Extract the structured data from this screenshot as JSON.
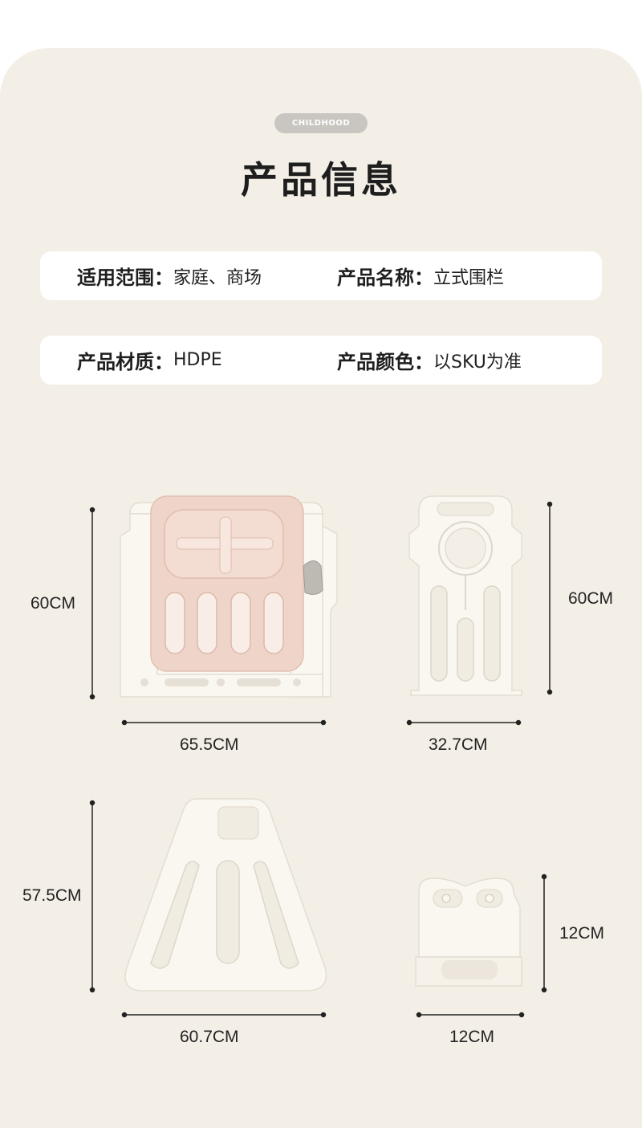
{
  "badge": "CHILDHOOD",
  "title": "产品信息",
  "info": {
    "row1": {
      "left_label": "适用范围：",
      "left_value": "家庭、商场",
      "right_label": "产品名称：",
      "right_value": "立式围栏"
    },
    "row2": {
      "left_label": "产品材质：",
      "left_value": "HDPE",
      "right_label": "产品颜色：",
      "right_value": "以SKU为准"
    }
  },
  "products": [
    {
      "name": "door-panel",
      "height": "60CM",
      "width": "65.5CM"
    },
    {
      "name": "standard-panel",
      "height": "60CM",
      "width": "32.7CM"
    },
    {
      "name": "triangle-support",
      "height": "57.5CM",
      "width": "60.7CM"
    },
    {
      "name": "base-connector",
      "height": "12CM",
      "width": "12CM"
    }
  ],
  "colors": {
    "background": "#f4efe6",
    "panel_white": "#faf7f0",
    "door_pink": "#efd5c9"
  }
}
